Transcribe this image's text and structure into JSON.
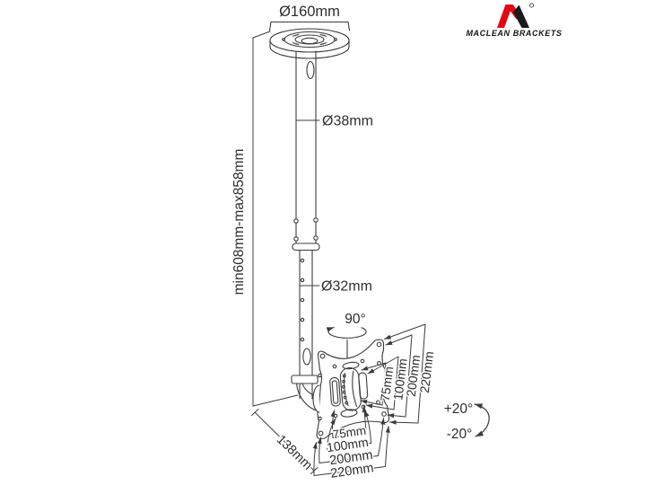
{
  "logo": {
    "brand": "MACLEAN BRACKETS",
    "registered": "®"
  },
  "dimensions": {
    "plate_diameter": "Ø160mm",
    "upper_tube": "Ø38mm",
    "lower_tube": "Ø32mm",
    "height_range": "min608mm-max858mm",
    "swivel": "90°",
    "tilt_up": "+20°",
    "tilt_down": "-20°",
    "depth": "138mm",
    "vesa_vertical": [
      "75mm",
      "100mm",
      "200mm",
      "220mm"
    ],
    "vesa_horizontal": [
      "75mm",
      "100mm",
      "200mm",
      "220mm"
    ]
  },
  "colors": {
    "line": "#3c3c3c",
    "dim_line": "#4a4a4a",
    "logo_red": "#e30613",
    "logo_black": "#1a1a1a"
  }
}
